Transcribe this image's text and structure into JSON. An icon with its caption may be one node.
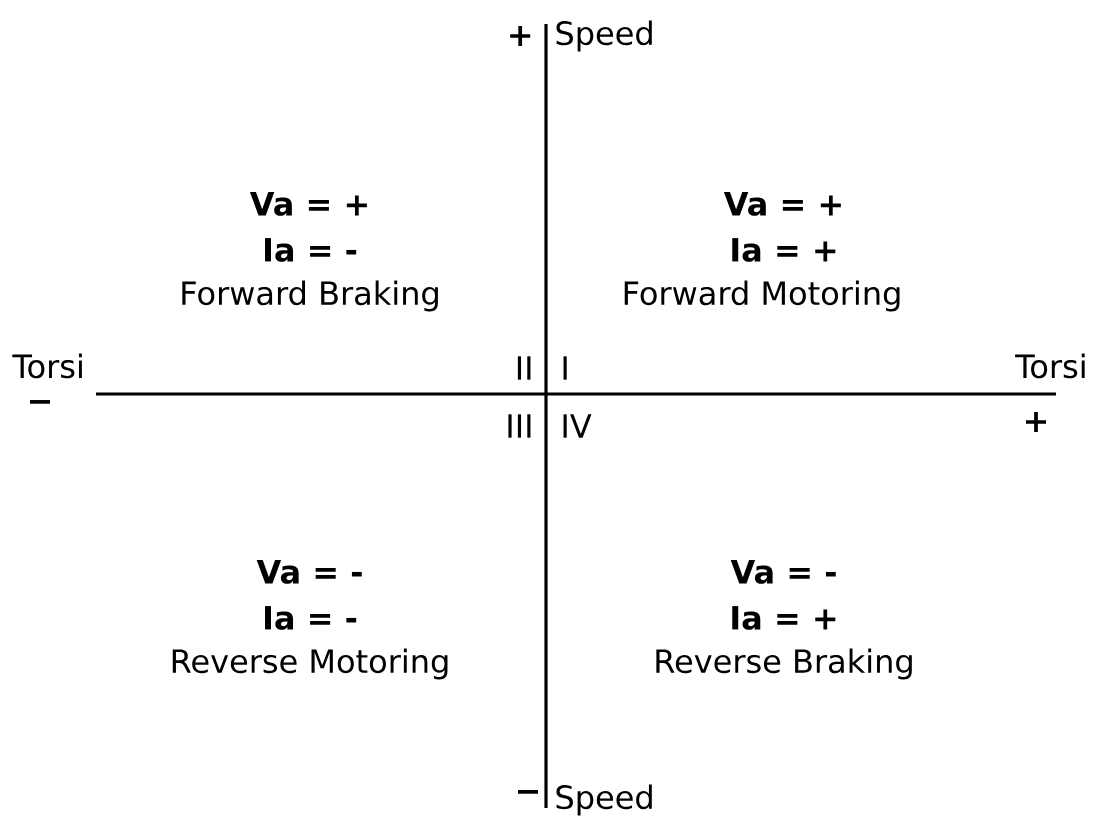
{
  "diagram": {
    "labels": [
      "+",
      "Speed",
      "Va = +",
      "Va = +",
      "Ia = -",
      "Ia = +",
      "Forward Braking",
      "Forward Motoring",
      "Torsi",
      "II",
      "I",
      "Torsi",
      "−",
      "III",
      "IV",
      "+",
      "Va = -",
      "Va = -",
      "Ia = -",
      "Ia = +",
      "Reverse Motoring",
      "Reverse Braking",
      "−",
      "Speed"
    ]
  }
}
